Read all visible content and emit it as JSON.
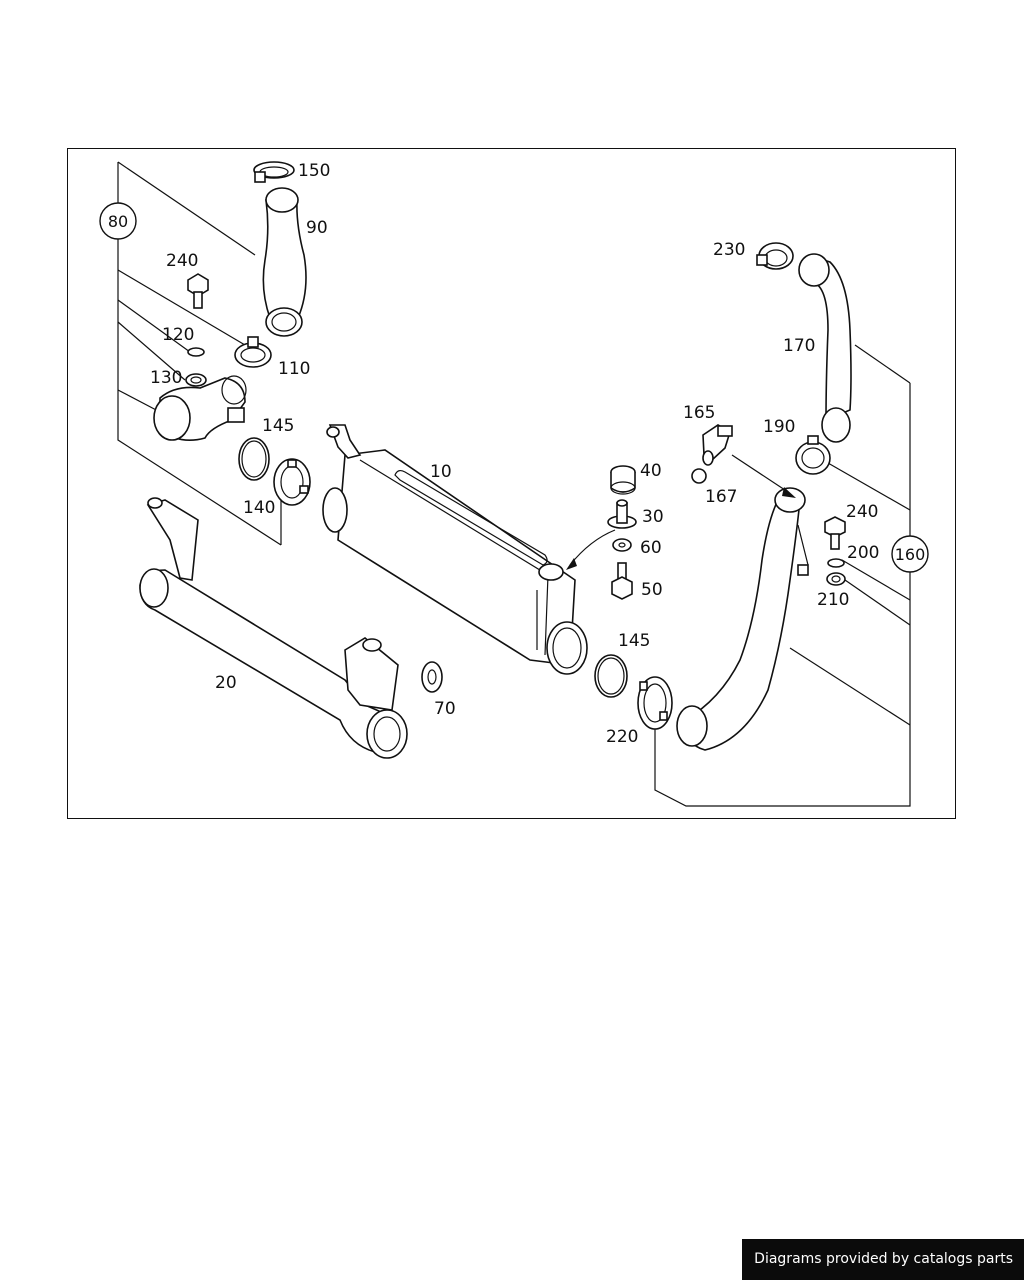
{
  "diagram": {
    "callouts": [
      {
        "id": "c80",
        "label": "80"
      },
      {
        "id": "c160",
        "label": "160"
      }
    ],
    "parts": [
      {
        "id": "p150",
        "label": "150"
      },
      {
        "id": "p90",
        "label": "90"
      },
      {
        "id": "p240a",
        "label": "240"
      },
      {
        "id": "p120",
        "label": "120"
      },
      {
        "id": "p130",
        "label": "130"
      },
      {
        "id": "p110",
        "label": "110"
      },
      {
        "id": "p145a",
        "label": "145"
      },
      {
        "id": "p140",
        "label": "140"
      },
      {
        "id": "p10",
        "label": "10"
      },
      {
        "id": "p20",
        "label": "20"
      },
      {
        "id": "p70",
        "label": "70"
      },
      {
        "id": "p40",
        "label": "40"
      },
      {
        "id": "p30",
        "label": "30"
      },
      {
        "id": "p60",
        "label": "60"
      },
      {
        "id": "p50",
        "label": "50"
      },
      {
        "id": "p145b",
        "label": "145"
      },
      {
        "id": "p220",
        "label": "220"
      },
      {
        "id": "p230",
        "label": "230"
      },
      {
        "id": "p170",
        "label": "170"
      },
      {
        "id": "p165",
        "label": "165"
      },
      {
        "id": "p167",
        "label": "167"
      },
      {
        "id": "p190",
        "label": "190"
      },
      {
        "id": "p240b",
        "label": "240"
      },
      {
        "id": "p200",
        "label": "200"
      },
      {
        "id": "p210",
        "label": "210"
      }
    ]
  },
  "footer": {
    "credit": "Diagrams provided by catalogs parts"
  }
}
